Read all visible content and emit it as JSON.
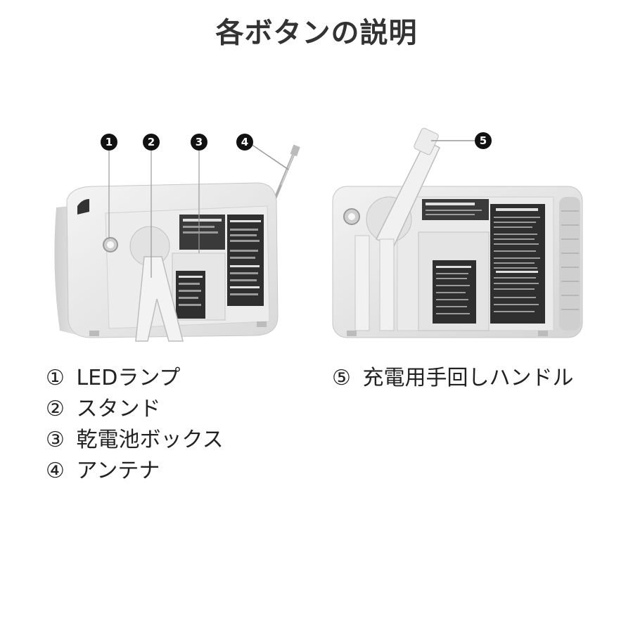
{
  "title": "各ボタンの説明",
  "markers": {
    "m1": "1",
    "m2": "2",
    "m3": "3",
    "m4": "4",
    "m5": "5"
  },
  "legend_left": [
    {
      "num": "①",
      "label": "LEDランプ"
    },
    {
      "num": "②",
      "label": "スタンド"
    },
    {
      "num": "③",
      "label": "乾電池ボックス"
    },
    {
      "num": "④",
      "label": "アンテナ"
    }
  ],
  "legend_right": [
    {
      "num": "⑤",
      "label": "充電用手回しハンドル"
    }
  ]
}
